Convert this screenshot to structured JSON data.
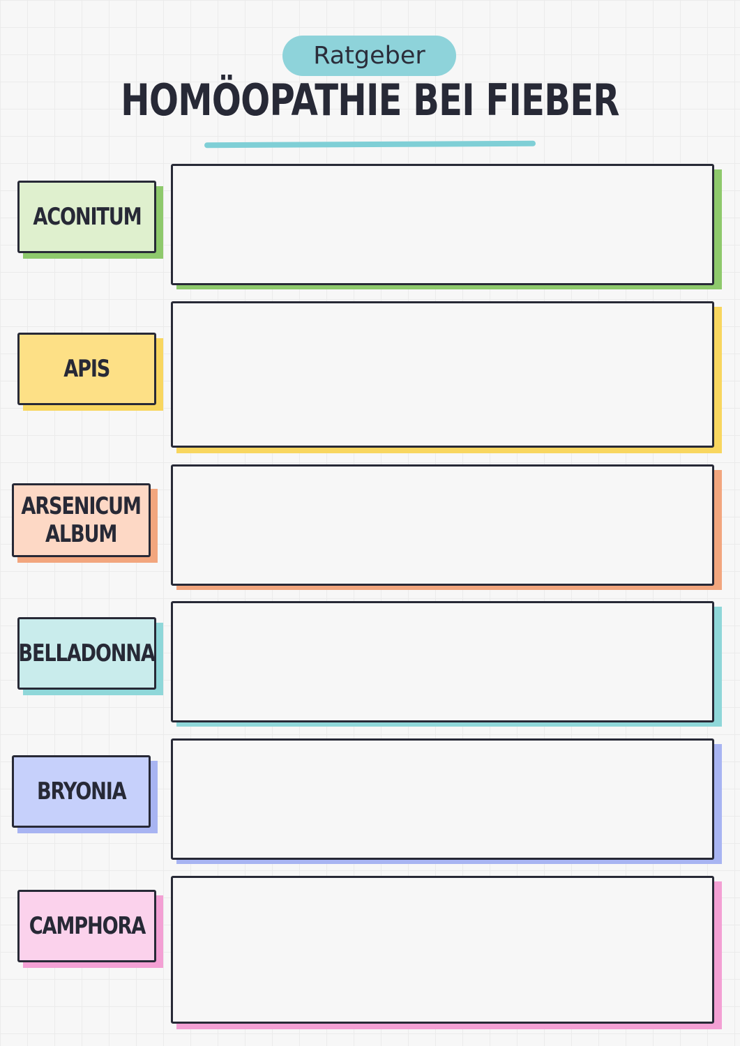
{
  "header": {
    "badge": "Ratgeber",
    "title": "HOMÖOPATHIE BEI FIEBER"
  },
  "remedies": [
    {
      "name": "ACONITUM",
      "fill": "#dff0ce",
      "accent": "#8ec96c"
    },
    {
      "name": "APIS",
      "fill": "#fde086",
      "accent": "#f8d65f"
    },
    {
      "name": "ARSENICUM\nALBUM",
      "fill": "#fdd8c5",
      "accent": "#f2a67e"
    },
    {
      "name": "BELLADONNA",
      "fill": "#c9ecec",
      "accent": "#8fd7d9"
    },
    {
      "name": "BRYONIA",
      "fill": "#c6d0fb",
      "accent": "#a8b4f2"
    },
    {
      "name": "CAMPHORA",
      "fill": "#fbd2ec",
      "accent": "#f3a0d4"
    }
  ]
}
